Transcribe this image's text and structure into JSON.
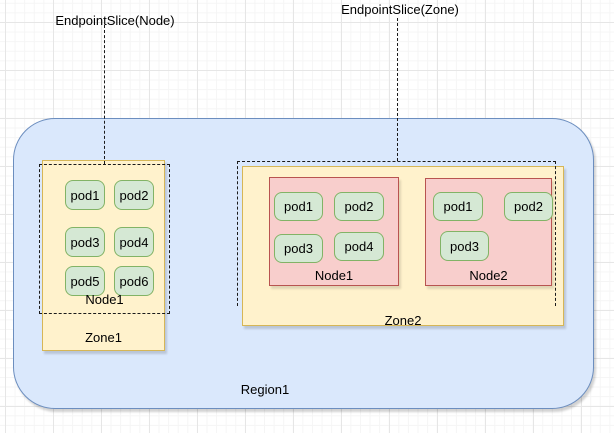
{
  "annotations": {
    "endpointslice_node": "EndpointSlice(Node)",
    "endpointslice_zone": "EndpointSlice(Zone)"
  },
  "region": {
    "label": "Region1",
    "fill": "#dae8fc",
    "stroke": "#6c8ebf"
  },
  "zone1": {
    "label": "Zone1",
    "fill": "#fff2cc",
    "stroke": "#d6b656",
    "node": {
      "label": "Node1",
      "pods": [
        "pod1",
        "pod2",
        "pod3",
        "pod4",
        "pod5",
        "pod6"
      ]
    }
  },
  "zone2": {
    "label": "Zone2",
    "fill": "#fff2cc",
    "stroke": "#d6b656",
    "nodes": [
      {
        "label": "Node1",
        "fill": "#f8cecc",
        "stroke": "#b85450",
        "pods": [
          "pod1",
          "pod2",
          "pod3",
          "pod4"
        ]
      },
      {
        "label": "Node2",
        "fill": "#f8cecc",
        "stroke": "#b85450",
        "pods": [
          "pod1",
          "pod2",
          "pod3"
        ]
      }
    ]
  },
  "pod_style": {
    "fill": "#d5e8d4",
    "stroke": "#82b366"
  }
}
